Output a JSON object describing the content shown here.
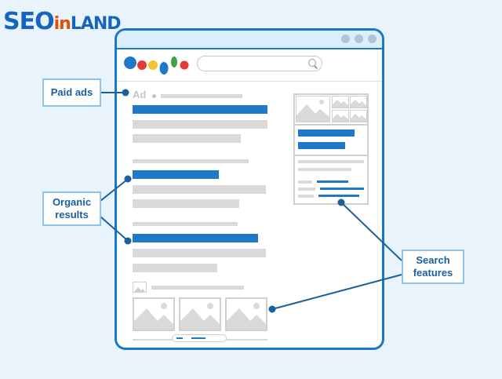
{
  "logo": {
    "text_main": "SEO",
    "text_in": "in",
    "text_land": "LAND"
  },
  "results": {
    "ad_label": "Ad"
  },
  "labels": {
    "paid_ads": "Paid ads",
    "organic": "Organic results",
    "features": "Search features"
  },
  "colors": {
    "accent": "#1f78c8",
    "placeholder": "#d9d9d9",
    "brand": "#1565c0"
  }
}
